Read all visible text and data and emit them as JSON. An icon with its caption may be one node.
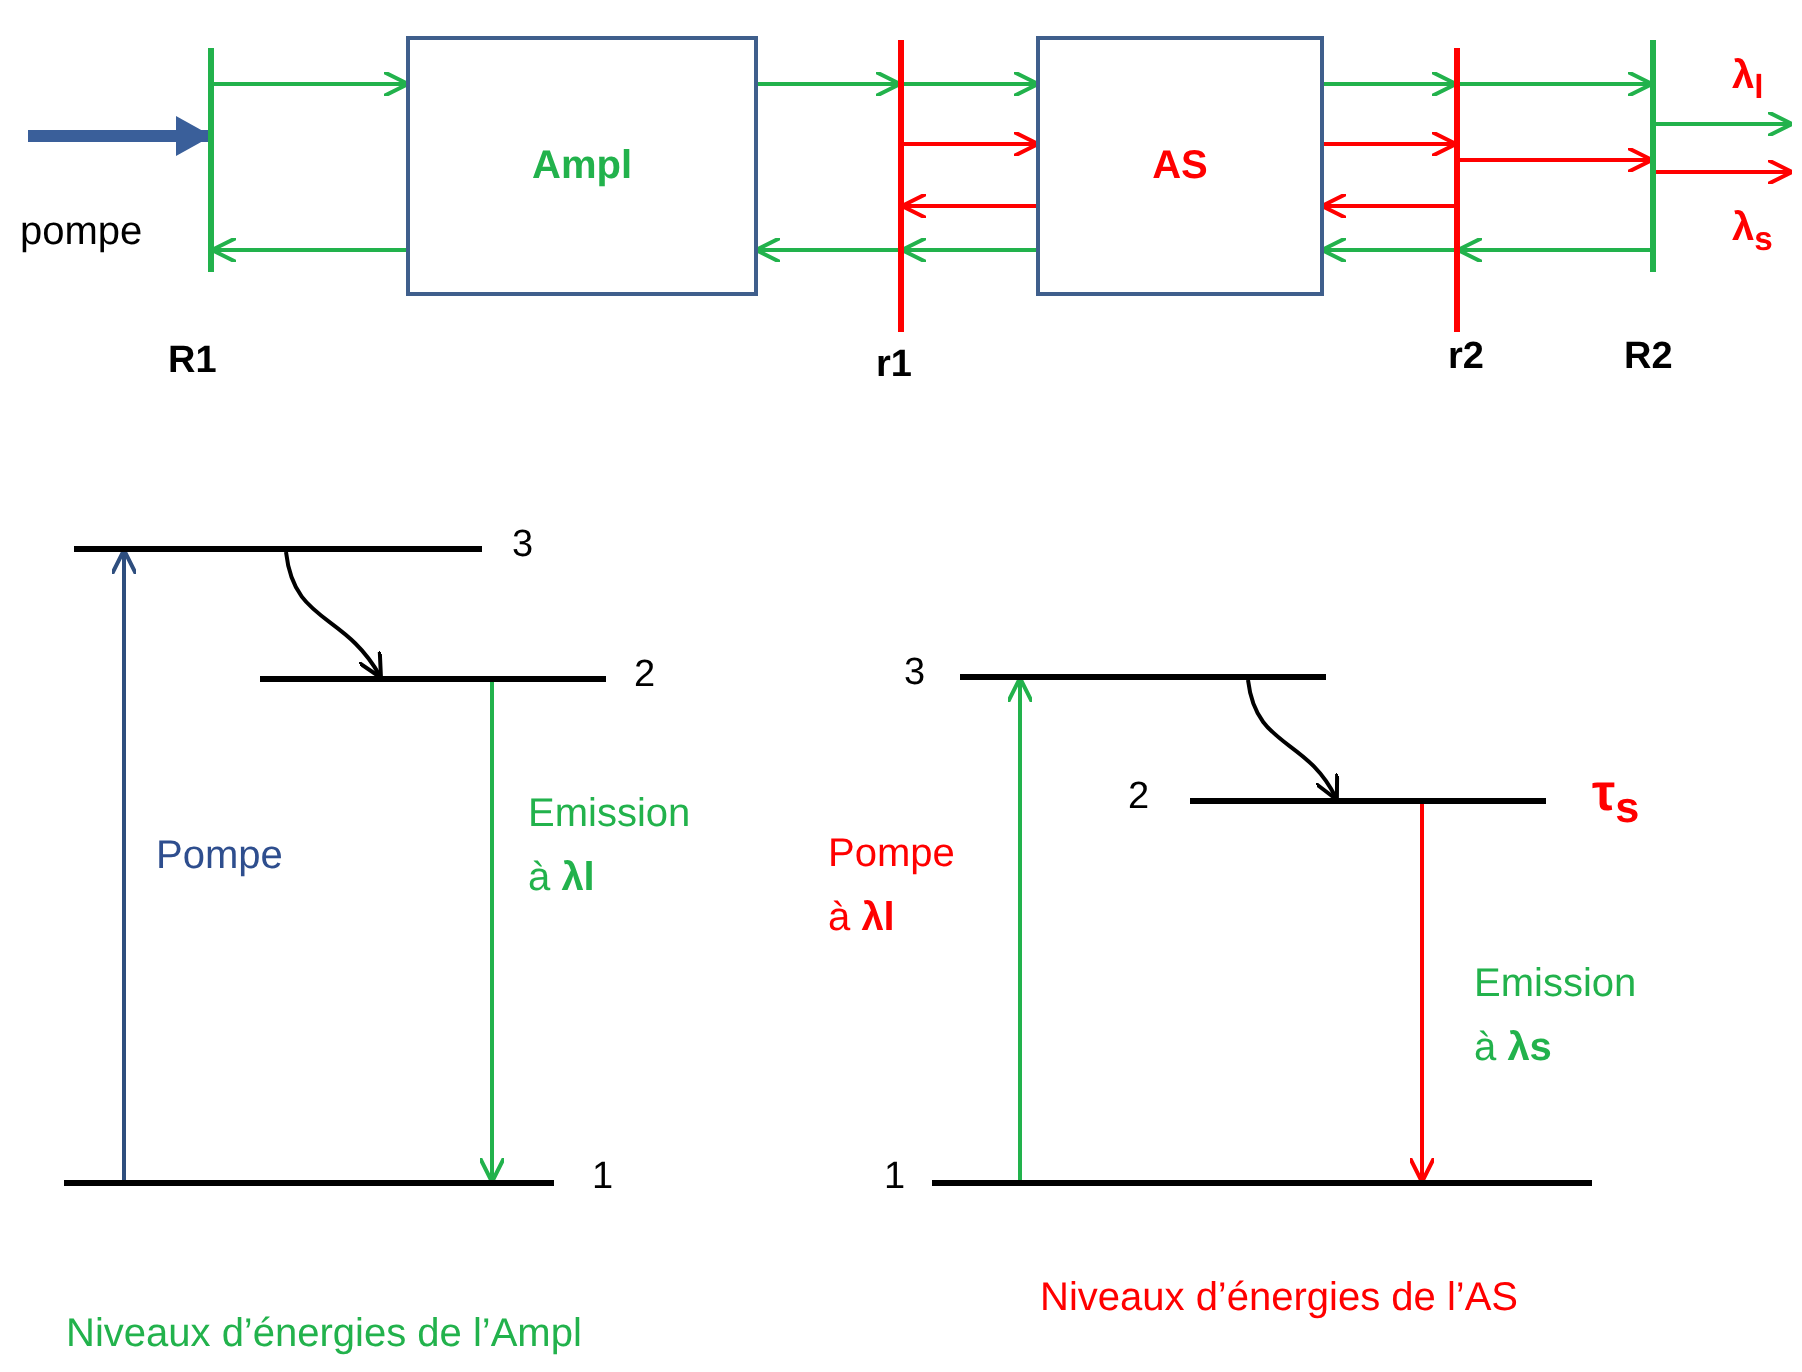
{
  "diagram": {
    "nodes": [
      {
        "text": [],
        "shape": "bar",
        "beside": [
          "R1"
        ]
      },
      {
        "text": [
          "Ampl"
        ]
      },
      {
        "text": [],
        "shape": "bar",
        "beside": [
          "r1"
        ]
      },
      {
        "text": [
          "AS"
        ]
      },
      {
        "text": [],
        "shape": "bar",
        "beside": [
          "r2"
        ]
      },
      {
        "text": [],
        "shape": "bar",
        "beside": [
          "R2"
        ]
      },
      {
        "text": [],
        "shape": "bar",
        "beside": [
          "3"
        ]
      },
      {
        "text": [],
        "shape": "bar",
        "beside": [
          "2"
        ]
      },
      {
        "text": [],
        "shape": "bar",
        "beside": [
          "1"
        ]
      },
      {
        "text": [],
        "shape": "bar",
        "beside": [
          "3"
        ]
      },
      {
        "text": [],
        "shape": "bar",
        "beside": [
          "2",
          "τ$_{s}$"
        ]
      },
      {
        "text": [],
        "shape": "bar",
        "beside": [
          "1"
        ]
      }
    ],
    "edges": [
      {
        "from": null,
        "to": 0,
        "arrow": "to",
        "label": "pompe",
        "style": "thick",
        "color": "#3a5f9a"
      },
      {
        "from": 0,
        "to": 1,
        "arrow": "to"
      },
      {
        "from": 1,
        "to": 0,
        "arrow": "to"
      },
      {
        "from": 1,
        "to": 2,
        "arrow": "to"
      },
      {
        "from": 2,
        "to": 1,
        "arrow": "to"
      },
      {
        "from": 2,
        "to": 3,
        "arrow": "to"
      },
      {
        "from": 2,
        "to": 3,
        "arrow": "to",
        "color": "#ff0000"
      },
      {
        "from": 3,
        "to": 2,
        "arrow": "to",
        "color": "#ff0000"
      },
      {
        "from": 3,
        "to": 2,
        "arrow": "to"
      },
      {
        "from": 3,
        "to": 4,
        "arrow": "to"
      },
      {
        "from": 3,
        "to": 4,
        "arrow": "to",
        "color": "#ff0000"
      },
      {
        "from": 4,
        "to": 3,
        "arrow": "to",
        "color": "#ff0000"
      },
      {
        "from": 4,
        "to": 3,
        "arrow": "to"
      },
      {
        "from": 4,
        "to": 5,
        "arrow": "to"
      },
      {
        "from": 4,
        "to": 5,
        "arrow": "to",
        "color": "#ff0000"
      },
      {
        "from": 5,
        "to": 4,
        "arrow": "to"
      },
      {
        "from": 5,
        "to": null,
        "arrow": "to",
        "label": "λ$_{l}$"
      },
      {
        "from": 5,
        "to": null,
        "arrow": "to",
        "label": "λ$_{s}$",
        "color": "#ff0000"
      },
      {
        "from": 8,
        "to": 6,
        "arrow": "to",
        "label": "Pompe",
        "color": "#2e4e7e"
      },
      {
        "from": 6,
        "to": 7,
        "arrow": "to",
        "color": "#000000"
      },
      {
        "from": 7,
        "to": 8,
        "arrow": "to",
        "label": "Emission à **λl**"
      },
      {
        "from": 11,
        "to": 9,
        "arrow": "to",
        "label": "Pompe à **λl**"
      },
      {
        "from": 9,
        "to": 10,
        "arrow": "to",
        "color": "#000000"
      },
      {
        "from": 10,
        "to": 11,
        "arrow": "to",
        "label": "Emission à **λs**",
        "color": "#ff0000"
      }
    ],
    "labels": [
      "Niveaux d’énergies de l’Ampl",
      "Niveaux d’énergies de l’AS"
    ]
  }
}
